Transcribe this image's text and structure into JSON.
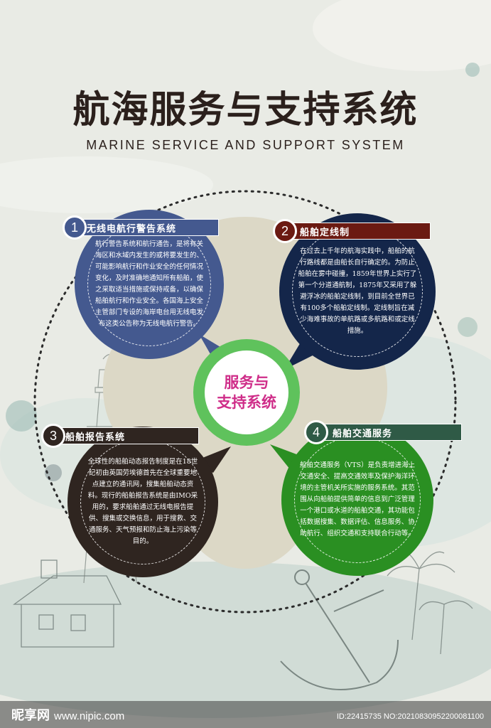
{
  "header": {
    "title": "航海服务与支持系统",
    "subtitle": "MARINE SERVICE AND SUPPORT SYSTEM"
  },
  "center": {
    "line1": "服务与",
    "line2": "支持系统"
  },
  "sections": [
    {
      "number": "1",
      "title": "无线电航行警告系统",
      "body": "航行警告系统和航行通告，是将有关海区和水域内发生的或将要发生的、可能影响航行和作业安全的任何情况变化，及时准确地通知所有船舶，使之采取适当措施或保持戒备，以确保船舶航行和作业安全。各国海上安全主管部门专设的海岸电台用无线电发布这类公告称为无线电航行警告。"
    },
    {
      "number": "2",
      "title": "船舶定线制",
      "body": "在过去上千年的航海实践中，船舶的航行路线都是由船长自行确定的。为防止船舶在雾中碰撞，1859年世界上实行了第一个分道通航制，1875年又采用了躲避浮冰的船舶定线制，到目前全世界已有100多个船舶定线制。定线制旨在减少海难事故的单航路或多航路和或定线措施。"
    },
    {
      "number": "3",
      "title": "船舶报告系统",
      "body": "全球性的船舶动态报告制度是在18世纪初由英国劳埃德首先在全球重要地点建立的通讯网，搜集船舶动态资料。现行的船舶报告系统是由IMO采用的，要求船舶通过无线电报告提供、搜集或交换信息，用于搜救、交通服务、天气预报和防止海上污染等目的。"
    },
    {
      "number": "4",
      "title": "船舶交通服务",
      "body": "船舶交通服务（VTS）是负责增进海上交通安全、提高交通效率及保护海洋环境的主管机关所实施的服务系统。其范围从向船舶提供简单的信息到广泛管理一个港口或水道的船舶交通，其功能包括数据搜集、数据评估、信息服务、协助航行、组织交通和支持联合行动等。"
    }
  ],
  "watermark": {
    "logo": "昵享网",
    "url": "www.nipic.com",
    "id": "ID:22415735 NO:20210830952200081100"
  },
  "colors": {
    "section1": "#44598f",
    "section2": "#14264a",
    "section2_label": "#6b1a12",
    "section3": "#2f2520",
    "section4": "#2a8f22",
    "section4_label": "#2f5a46",
    "center_ring": "#5fc25c",
    "center_text": "#cf2d89",
    "title": "#2b201c"
  }
}
